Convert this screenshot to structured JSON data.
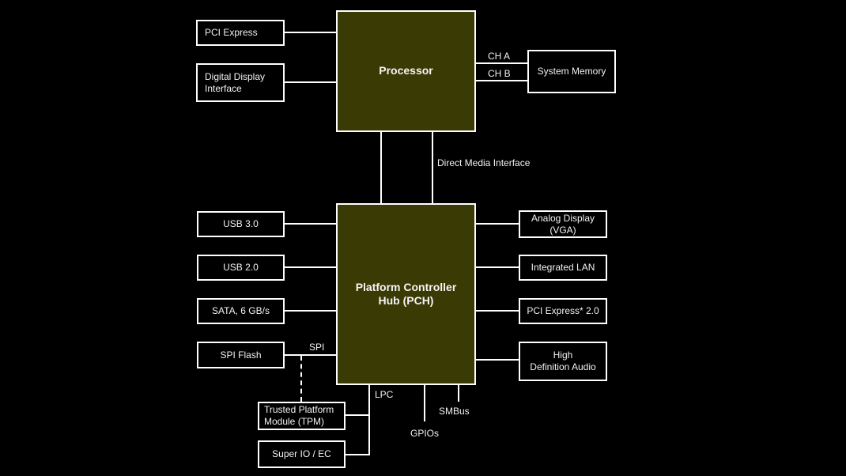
{
  "diagram": {
    "colors": {
      "background": "#000000",
      "chip_fill": "#3a3a05",
      "box_fill": "#000000",
      "line": "#ffffff",
      "text": "#f2f2f2"
    },
    "chips": {
      "processor": {
        "label": "Processor"
      },
      "pch": {
        "line1": "Platform Controller",
        "line2": "Hub (PCH)"
      }
    },
    "nodes": {
      "pci_express": {
        "label": "PCI Express"
      },
      "digital_display": {
        "line1": "Digital Display",
        "line2": "Interface"
      },
      "system_memory": {
        "label": "System Memory"
      },
      "usb3": {
        "label": "USB 3.0"
      },
      "usb2": {
        "label": "USB 2.0"
      },
      "sata": {
        "label": "SATA, 6 GB/s"
      },
      "spi_flash": {
        "label": "SPI Flash"
      },
      "analog_display": {
        "line1": "Analog Display",
        "line2": "(VGA)"
      },
      "integrated_lan": {
        "label": "Integrated LAN"
      },
      "pci_express_2": {
        "label": "PCI Express* 2.0"
      },
      "hd_audio": {
        "line1": "High",
        "line2": "Definition Audio"
      },
      "tpm": {
        "line1": "Trusted Platform",
        "line2": "Module (TPM)"
      },
      "super_io": {
        "label": "Super IO / EC"
      }
    },
    "bus_labels": {
      "ch_a": "CH A",
      "ch_b": "CH B",
      "dmi": "Direct Media Interface",
      "spi": "SPI",
      "lpc": "LPC",
      "smbus": "SMBus",
      "gpios": "GPIOs"
    }
  }
}
